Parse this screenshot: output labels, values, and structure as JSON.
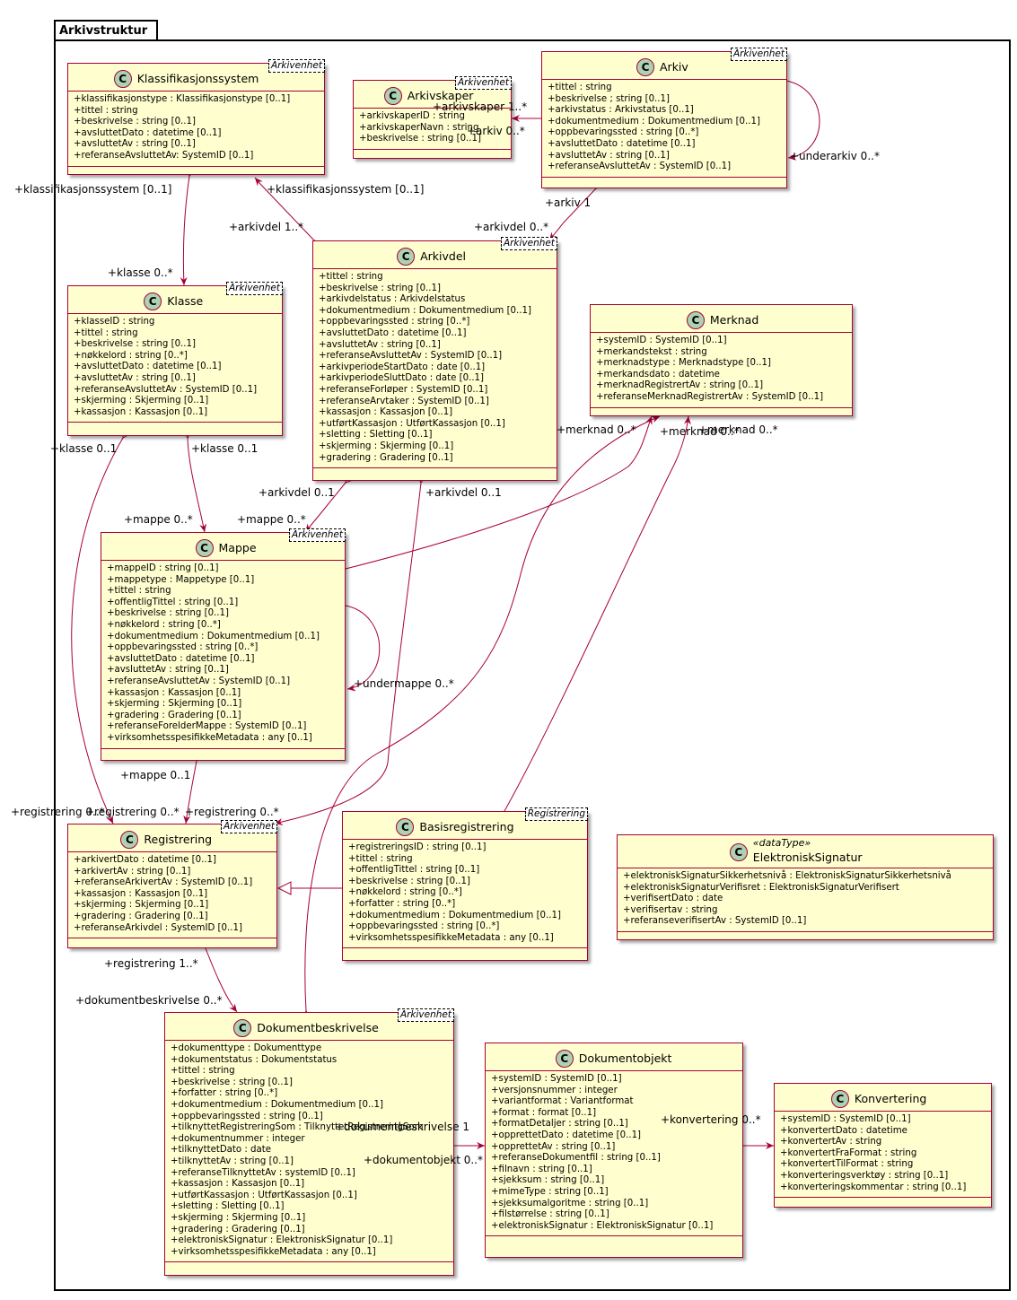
{
  "package": {
    "name": "Arkivstruktur"
  },
  "classes": [
    {
      "key": "klassifikasjonssystem",
      "name": "Klassifikasjonssystem",
      "template": "Arkivenhet",
      "attributes": [
        "+klassifikasjonstype : Klassifikasjonstype [0..1]",
        "+tittel : string",
        "+beskrivelse : string [0..1]",
        "+avsluttetDato : datetime [0..1]",
        "+avsluttetAv : string [0..1]",
        "+referanseAvsluttetAv: SystemID [0..1]"
      ]
    },
    {
      "key": "arkivskaper",
      "name": "Arkivskaper",
      "template": "Arkivenhet",
      "attributes": [
        "+arkivskaperID : string",
        "+arkivskaperNavn : string",
        "+beskrivelse : string [0..1]"
      ]
    },
    {
      "key": "arkiv",
      "name": "Arkiv",
      "template": "Arkivenhet",
      "attributes": [
        "+tittel : string",
        "+beskrivelse ; string [0..1]",
        "+arkivstatus : Arkivstatus [0..1]",
        "+dokumentmedium : Dokumentmedium [0..1]",
        "+oppbevaringssted : string [0..*]",
        "+avsluttetDato : datetime [0..1]",
        "+avsluttetAv : string [0..1]",
        "+referanseAvsluttetAv : SystemID [0..1]"
      ]
    },
    {
      "key": "arkivdel",
      "name": "Arkivdel",
      "template": "Arkivenhet",
      "attributes": [
        "+tittel : string",
        "+beskrivelse : string [0..1]",
        "+arkivdelstatus : Arkivdelstatus",
        "+dokumentmedium : Dokumentmedium [0..1]",
        "+oppbevaringssted : string [0..*]",
        "+avsluttetDato : datetime [0..1]",
        "+avsluttetAv : string [0..1]",
        "+referanseAvsluttetAv : SystemID [0..1]",
        "+arkivperiodeStartDato : date [0..1]",
        "+arkivperiodeSluttDato : date [0..1]",
        "+referanseForløper : SystemID [0..1]",
        "+referanseArvtaker : SystemID [0..1]",
        "+kassasjon : Kassasjon [0..1]",
        "+utførtKassasjon : UtførtKassasjon [0..1]",
        "+sletting : Sletting [0..1]",
        "+skjerming : Skjerming [0..1]",
        "+gradering : Gradering [0..1]"
      ]
    },
    {
      "key": "klasse",
      "name": "Klasse",
      "template": "Arkivenhet",
      "attributes": [
        "+klasseID : string",
        "+tittel : string",
        "+beskrivelse : string [0..1]",
        "+nøkkelord : string [0..*]",
        "+avsluttetDato : datetime [0..1]",
        "+avsluttetAv : string [0..1]",
        "+referanseAvsluttetAv : SystemID [0..1]",
        "+skjerming : Skjerming [0..1]",
        "+kassasjon : Kassasjon [0..1]"
      ]
    },
    {
      "key": "merknad",
      "name": "Merknad",
      "template": "",
      "attributes": [
        "+systemID : SystemID [0..1]",
        "+merkandstekst : string",
        "+merknadstype : Merknadstype [0..1]",
        "+merkandsdato : datetime",
        "+merknadRegistrertAv : string [0..1]",
        "+referanseMerknadRegistrertAv : SystemID [0..1]"
      ]
    },
    {
      "key": "mappe",
      "name": "Mappe",
      "template": "Arkivenhet",
      "attributes": [
        "+mappeID : string [0..1]",
        "+mappetype : Mappetype [0..1]",
        "+tittel : string",
        "+offentligTittel : string [0..1]",
        "+beskrivelse : string [0..1]",
        "+nøkkelord : string [0..*]",
        "+dokumentmedium : Dokumentmedium [0..1]",
        "+oppbevaringssted : string [0..*]",
        "+avsluttetDato : datetime [0..1]",
        "+avsluttetAv : string [0..1]",
        "+referanseAvsluttetAv : SystemID [0..1]",
        "+kassasjon : Kassasjon [0..1]",
        "+skjerming : Skjerming [0..1]",
        "+gradering : Gradering [0..1]",
        "+referanseForelderMappe : SystemID [0..1]",
        "+virksomhetsspesifikkeMetadata : any [0..1]"
      ]
    },
    {
      "key": "registrering",
      "name": "Registrering",
      "template": "Arkivenhet",
      "attributes": [
        "+arkivertDato : datetime [0..1]",
        "+arkivertAv : string [0..1]",
        "+referanseArkivertAv : SystemID [0..1]",
        "+kassasjon : Kassasjon [0..1]",
        "+skjerming : Skjerming [0..1]",
        "+gradering : Gradering [0..1]",
        "+referanseArkivdel : SystemID [0..1]"
      ]
    },
    {
      "key": "basisregistrering",
      "name": "Basisregistrering",
      "template": "Registrering",
      "attributes": [
        "+registreringsID : string [0..1]",
        "+tittel : string",
        "+offentligTittel : string [0..1]",
        "+beskrivelse : string [0..1]",
        "+nøkkelord : string [0..*]",
        "+forfatter : string [0..*]",
        "+dokumentmedium : Dokumentmedium [0..1]",
        "+oppbevaringssted : string [0..*]",
        "+virksomhetsspesifikkeMetadata : any [0..1]"
      ]
    },
    {
      "key": "elektronisksignatur",
      "name": "ElektroniskSignatur",
      "template": "",
      "stereotype": "«dataType»",
      "attributes": [
        "+elektroniskSignaturSikkerhetsnivå : ElektroniskSignaturSikkerhetsnivå",
        "+elektroniskSignaturVerifisret : ElektroniskSignaturVerifisert",
        "+verifisertDato : date",
        "+verifisertav : string",
        "+referanseverifisertAv : SystemID [0..1]"
      ]
    },
    {
      "key": "dokumentbeskrivelse",
      "name": "Dokumentbeskrivelse",
      "template": "Arkivenhet",
      "attributes": [
        "+dokumenttype : Dokumenttype",
        "+dokumentstatus : Dokumentstatus",
        "+tittel : string",
        "+beskrivelse : string [0..1]",
        "+forfatter : string [0..*]",
        "+dokumentmedium : Dokumentmedium [0..1]",
        "+oppbevaringssted : string [0..1]",
        "+tilknyttetRegistreringSom : TilknyttetRegistreringSom",
        "+dokumentnummer : integer",
        "+tilknyttetDato : date",
        "+tilknyttetAv : string [0..1]",
        "+referanseTilknyttetAv : systemID [0..1]",
        "+kassasjon : Kassasjon [0..1]",
        "+utførtKassasjon : UtførtKassasjon [0..1]",
        "+sletting : Sletting [0..1]",
        "+skjerming : Skjerming [0..1]",
        "+gradering : Gradering [0..1]",
        "+elektroniskSignatur : ElektroniskSignatur [0..1]",
        "+virksomhetsspesifikkeMetadata : any [0..1]"
      ]
    },
    {
      "key": "dokumentobjekt",
      "name": "Dokumentobjekt",
      "template": "",
      "attributes": [
        "+systemID : SystemID [0..1]",
        "+versjonsnummer : integer",
        "+variantformat : Variantformat",
        "+format : format [0..1]",
        "+formatDetaljer : string [0..1]",
        "+opprettetDato : datetime [0..1]",
        "+opprettetAv : string [0..1]",
        "+referanseDokumentfil : string [0..1]",
        "+filnavn : string [0..1]",
        "+sjekksum : string [0..1]",
        "+mimeType : string [0..1]",
        "+sjekksumalgoritme : string [0..1]",
        "+filstørrelse : string [0..1]",
        "+elektroniskSignatur : ElektroniskSignatur [0..1]"
      ]
    },
    {
      "key": "konvertering",
      "name": "Konvertering",
      "template": "",
      "attributes": [
        "+systemID : SystemID [0..1]",
        "+konvertertDato : datetime",
        "+konvertertAv : string",
        "+konvertertFraFormat : string",
        "+konvertertTilFormat : string",
        "+konverteringsverktøy : string [0..1]",
        "+konverteringskommentar : string [0..1]"
      ]
    }
  ],
  "edge_labels": [
    "+klassifikasjonssystem [0..1]",
    "+klasse 0..*",
    "+klassifikasjonssystem [0..1]",
    "+arkivdel 1..*",
    "+arkivskaper 1..*",
    "+arkiv 0..*",
    "+underarkiv 0..*",
    "+arkiv 1",
    "+arkivdel 0..*",
    "+klasse 0..1",
    "+mappe 0..*",
    "+klasse 0..1",
    "+registrering 0..*",
    "+arkivdel 0..1",
    "+mappe 0..*",
    "+arkivdel 0..1",
    "+registrering 0..*",
    "+merknad 0..*",
    "+merknad 0..*",
    "+merknad 0..*",
    "+undermappe 0..*",
    "+mappe 0..1",
    "+registrering 0..*",
    "+registrering 1..*",
    "+dokumentbeskrivelse 0..*",
    "+dokumentbeskrivelse 1",
    "+dokumentobjekt 0..*",
    "+konvertering 0..*"
  ],
  "colors": {
    "class_fill": "#FEFECE",
    "class_border": "#A80036",
    "edge": "#A80036",
    "circle": "#ADD1B2"
  }
}
